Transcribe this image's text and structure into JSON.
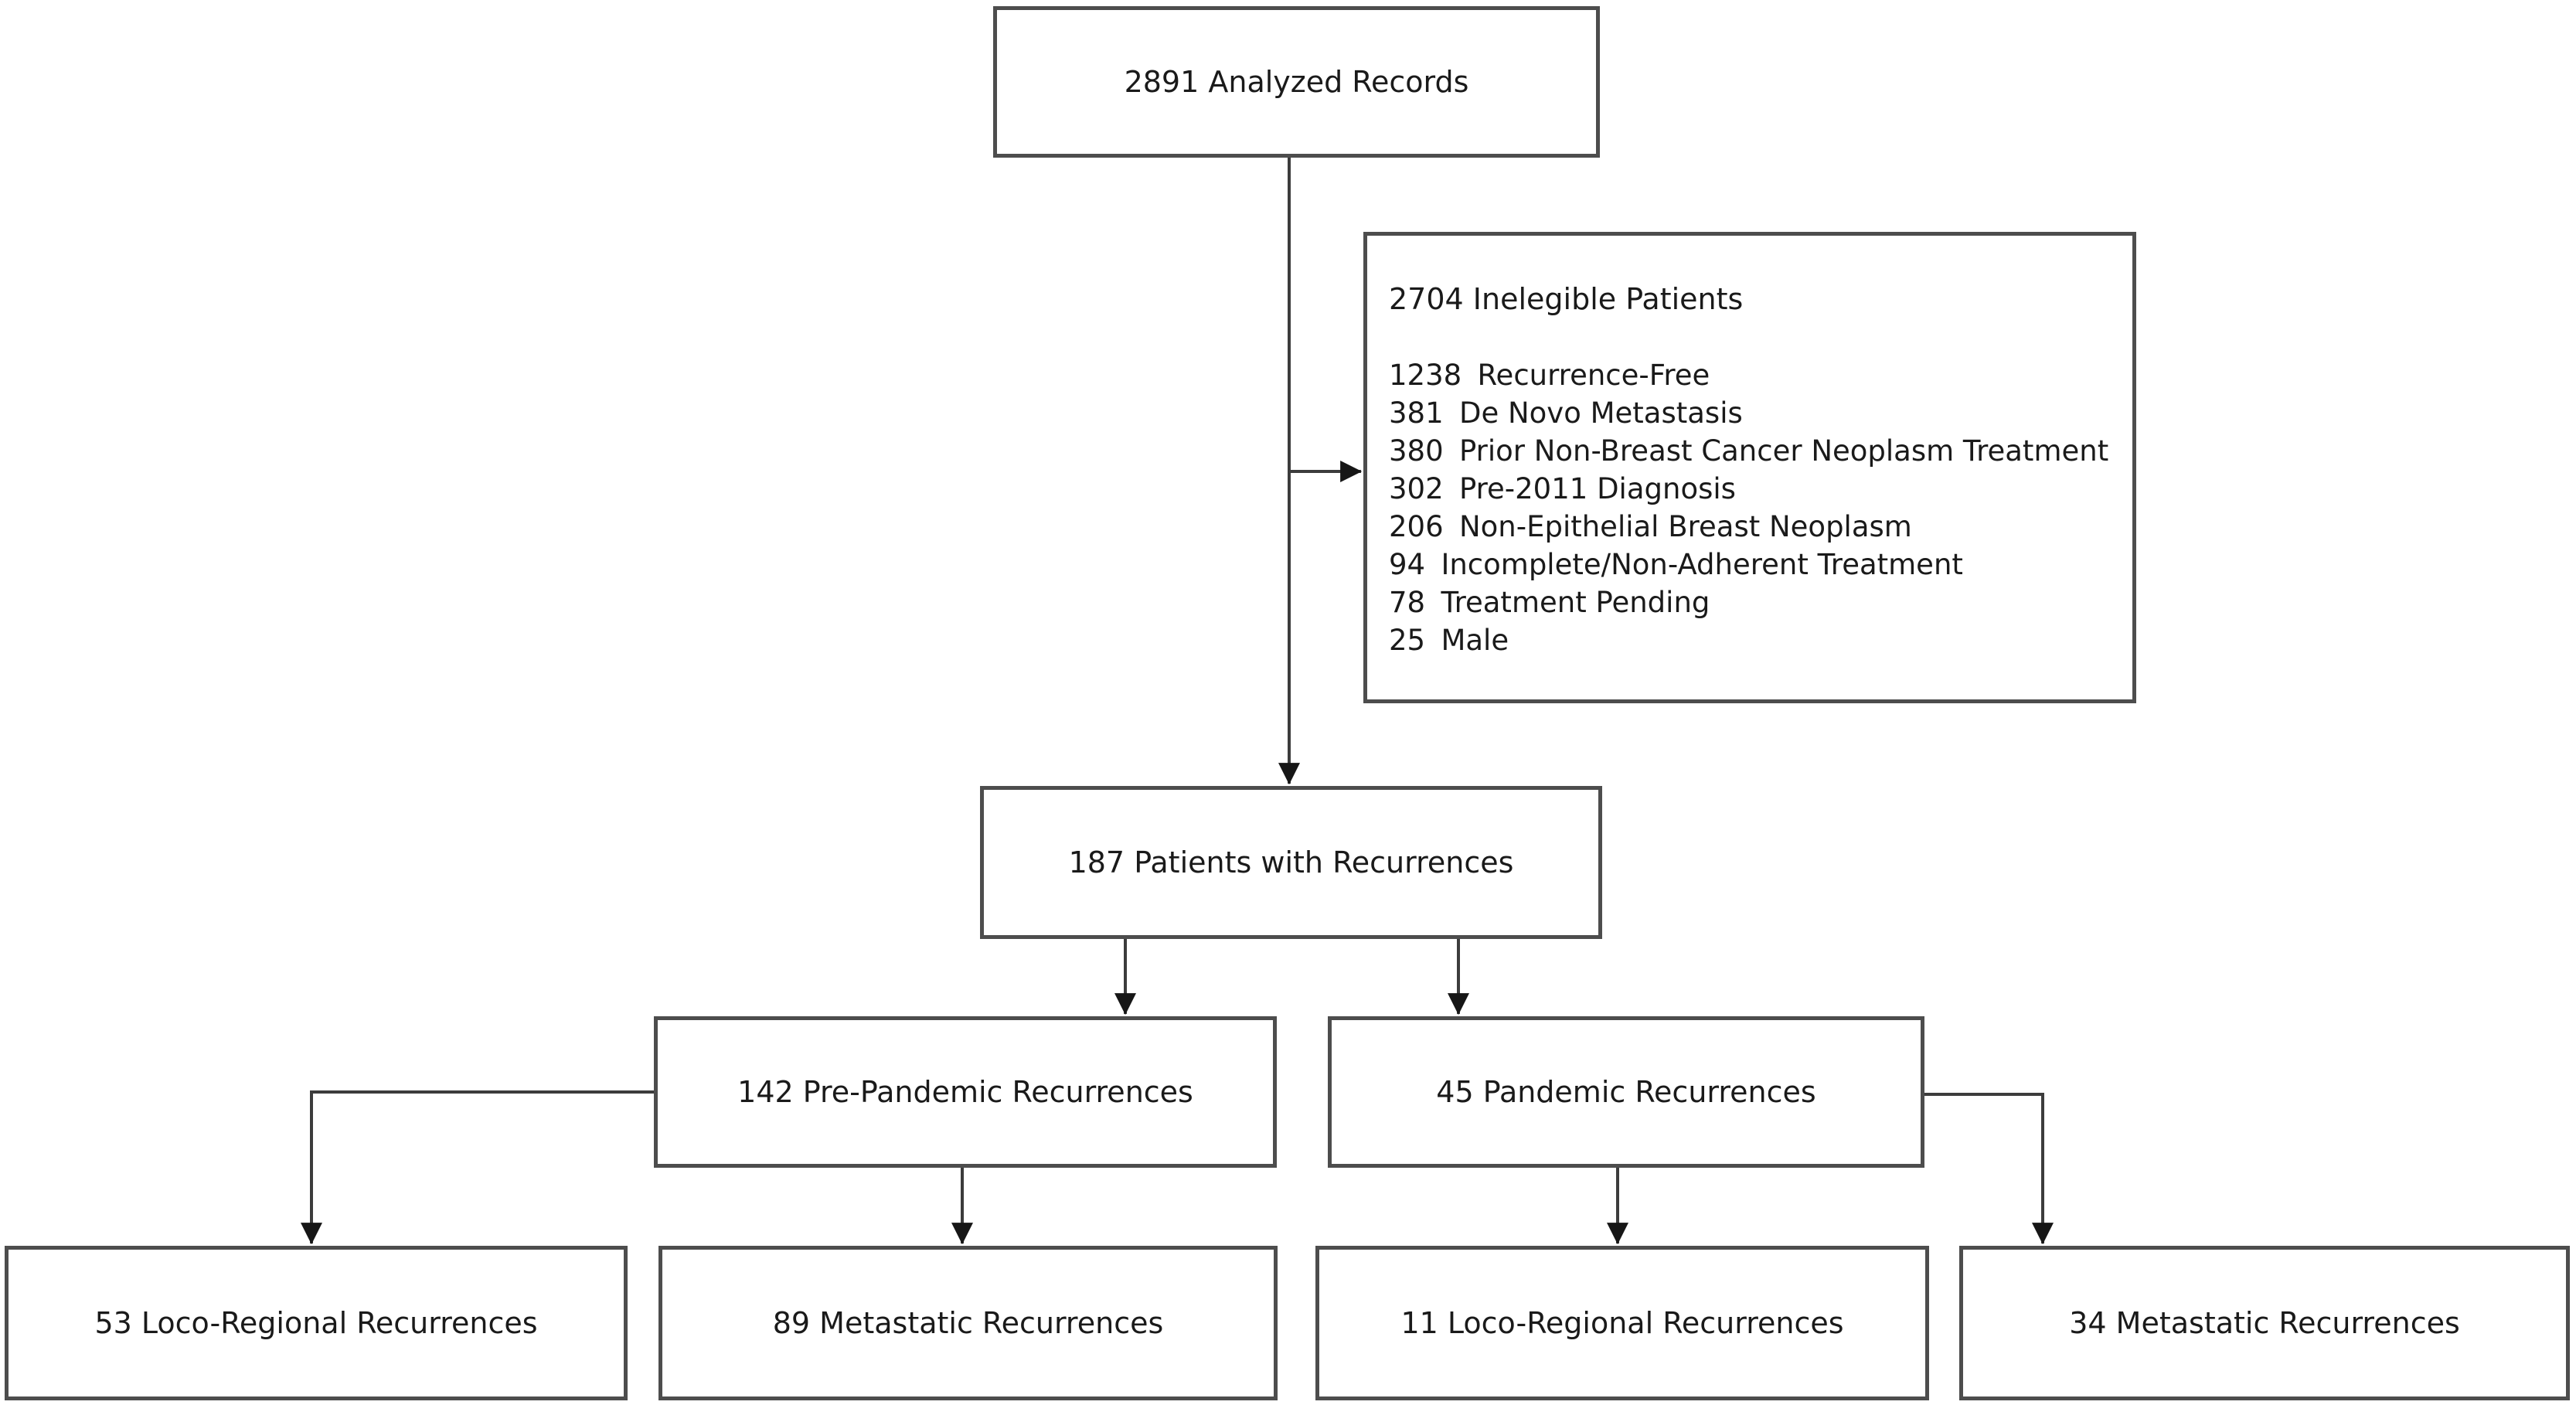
{
  "figure": {
    "type": "flowchart",
    "background": "#ffffff"
  },
  "colors": {
    "box_border": "#4d4d4d",
    "connector": "#3c3c3c",
    "arrowhead": "#161616",
    "text": "#1a1a1a"
  },
  "nodes": {
    "analyzed": {
      "label": "2891 Analyzed Records"
    },
    "ineligible": {
      "title": "2704 Inelegible Patients",
      "items": [
        {
          "count": "1238",
          "reason": "Recurrence-Free"
        },
        {
          "count": "381",
          "reason": "De Novo Metastasis"
        },
        {
          "count": "380",
          "reason": "Prior Non-Breast Cancer Neoplasm Treatment"
        },
        {
          "count": "302",
          "reason": "Pre-2011 Diagnosis"
        },
        {
          "count": "206",
          "reason": "Non-Epithelial Breast Neoplasm"
        },
        {
          "count": "94",
          "reason": "Incomplete/Non-Adherent Treatment"
        },
        {
          "count": "78",
          "reason": "Treatment Pending"
        },
        {
          "count": "25",
          "reason": "Male"
        }
      ]
    },
    "recurrences": {
      "label": "187 Patients with Recurrences"
    },
    "pre_pandemic": {
      "label": "142 Pre-Pandemic Recurrences"
    },
    "pandemic": {
      "label": "45 Pandemic Recurrences"
    },
    "pre_pandemic_locoregional": {
      "label": "53 Loco-Regional Recurrences"
    },
    "pre_pandemic_metastatic": {
      "label": "89 Metastatic Recurrences"
    },
    "pandemic_locoregional": {
      "label": "11 Loco-Regional Recurrences"
    },
    "pandemic_metastatic": {
      "label": "34 Metastatic Recurrences"
    }
  }
}
